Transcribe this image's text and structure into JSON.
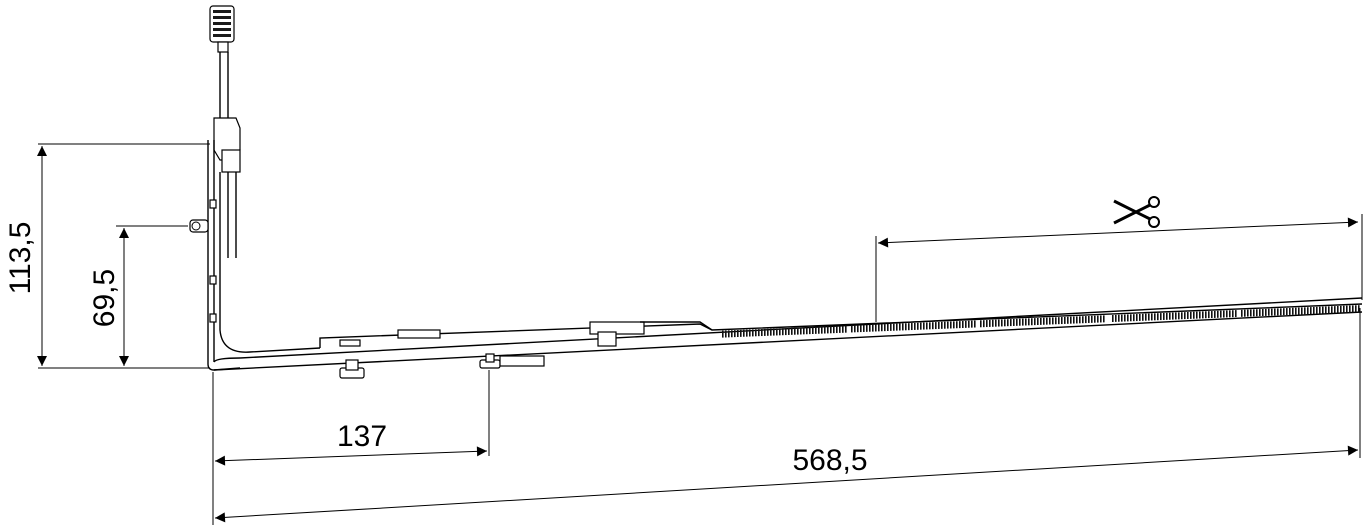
{
  "dimensions": {
    "height_overall": "113,5",
    "height_pin": "69,5",
    "length_pin": "137",
    "length_overall": "568,5"
  },
  "icons": {
    "cut_symbol": "scissors-icon"
  },
  "colors": {
    "line": "#000000",
    "background": "#ffffff"
  }
}
